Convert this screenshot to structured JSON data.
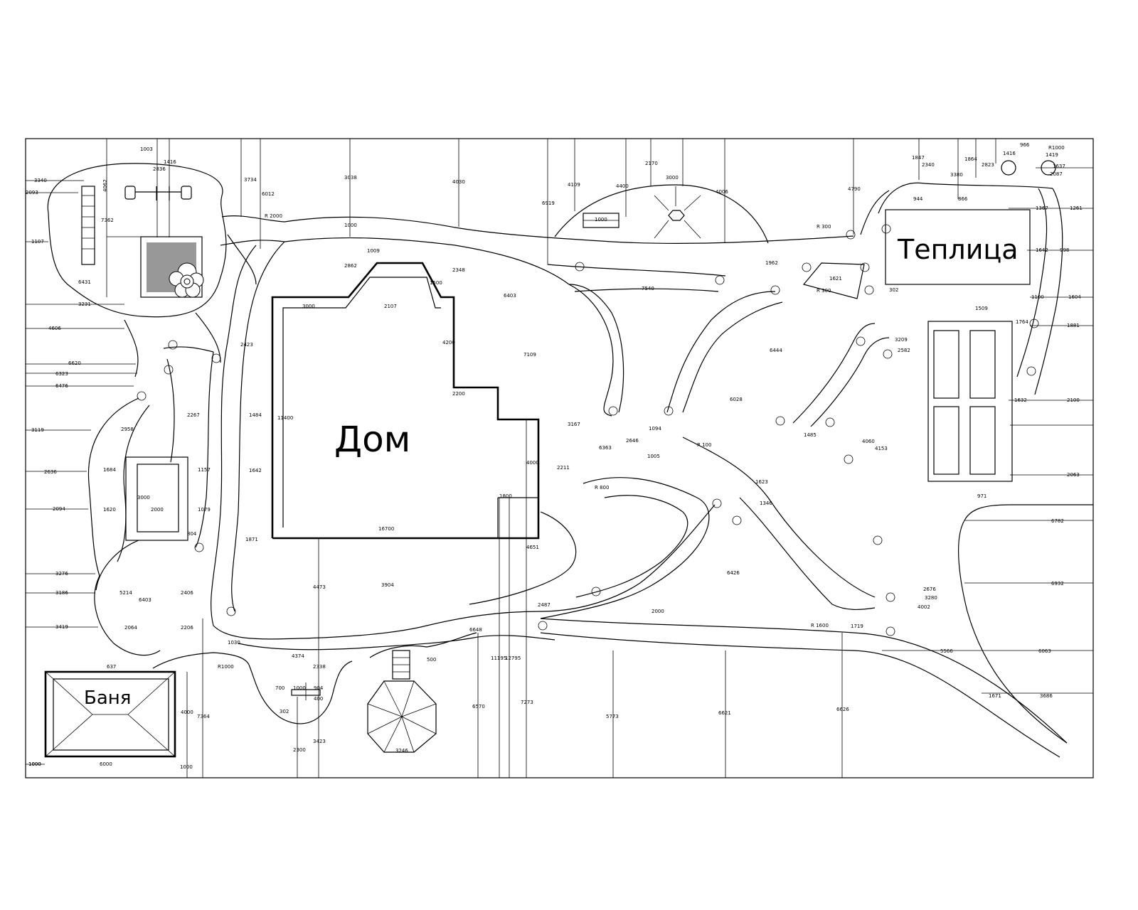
{
  "labels": {
    "house": "Дом",
    "greenhouse": "Теплица",
    "bathhouse": "Баня"
  },
  "dimensions": [
    {
      "id": "d-top-1003",
      "text": "1003"
    },
    {
      "id": "d-top-1416",
      "text": "1416"
    },
    {
      "id": "d-top-2836",
      "text": "2836"
    },
    {
      "id": "d-left-3340",
      "text": "3340"
    },
    {
      "id": "d-left-2093",
      "text": "2093"
    },
    {
      "id": "d-4062",
      "text": "4062"
    },
    {
      "id": "d-7362",
      "text": "7362"
    },
    {
      "id": "d-left-1107",
      "text": "1107"
    },
    {
      "id": "d-6431",
      "text": "6431"
    },
    {
      "id": "d-3231",
      "text": "3231"
    },
    {
      "id": "d-left-4606",
      "text": "4606"
    },
    {
      "id": "d-left-6620",
      "text": "6620"
    },
    {
      "id": "d-left-6323",
      "text": "6323"
    },
    {
      "id": "d-left-6476",
      "text": "6476"
    },
    {
      "id": "d-left-3119",
      "text": "3119"
    },
    {
      "id": "d-left-2636",
      "text": "2636"
    },
    {
      "id": "d-left-2094",
      "text": "2094"
    },
    {
      "id": "d-left-3276",
      "text": "3276"
    },
    {
      "id": "d-left-3186",
      "text": "3186"
    },
    {
      "id": "d-left-3419",
      "text": "3419"
    },
    {
      "id": "d-left-1000",
      "text": "1000"
    },
    {
      "id": "d-3734",
      "text": "3734"
    },
    {
      "id": "d-6012",
      "text": "6012"
    },
    {
      "id": "d-r2000",
      "text": "R 2000"
    },
    {
      "id": "d-3038",
      "text": "3038"
    },
    {
      "id": "d-4030",
      "text": "4030"
    },
    {
      "id": "d-6919",
      "text": "6919"
    },
    {
      "id": "d-4109",
      "text": "4109"
    },
    {
      "id": "d-4400",
      "text": "4400"
    },
    {
      "id": "d-2170",
      "text": "2170"
    },
    {
      "id": "d-3000-top",
      "text": "3000"
    },
    {
      "id": "d-4006",
      "text": "4006"
    },
    {
      "id": "d-4790",
      "text": "4790"
    },
    {
      "id": "d-1847",
      "text": "1847"
    },
    {
      "id": "d-2340",
      "text": "2340"
    },
    {
      "id": "d-1864",
      "text": "1864"
    },
    {
      "id": "d-3380",
      "text": "3380"
    },
    {
      "id": "d-2823",
      "text": "2823"
    },
    {
      "id": "d-1416b",
      "text": "1416"
    },
    {
      "id": "d-966",
      "text": "966"
    },
    {
      "id": "d-r1000-top",
      "text": "R1000"
    },
    {
      "id": "d-1419",
      "text": "1419"
    },
    {
      "id": "d-1637",
      "text": "1637"
    },
    {
      "id": "d-2087",
      "text": "2087"
    },
    {
      "id": "d-1000-gym",
      "text": "1000"
    },
    {
      "id": "d-r300-a",
      "text": "R 300"
    },
    {
      "id": "d-1000-mid",
      "text": "1000"
    },
    {
      "id": "d-1009",
      "text": "1009"
    },
    {
      "id": "d-2862",
      "text": "2862"
    },
    {
      "id": "d-2348",
      "text": "2348"
    },
    {
      "id": "d-1500",
      "text": "1500"
    },
    {
      "id": "d-6403",
      "text": "6403"
    },
    {
      "id": "d-7540",
      "text": "7540"
    },
    {
      "id": "d-1962",
      "text": "1962"
    },
    {
      "id": "d-944",
      "text": "944"
    },
    {
      "id": "d-866",
      "text": "866"
    },
    {
      "id": "d-1367",
      "text": "1367"
    },
    {
      "id": "d-1261",
      "text": "1261"
    },
    {
      "id": "d-1642",
      "text": "1642"
    },
    {
      "id": "d-998",
      "text": "998"
    },
    {
      "id": "d-1100",
      "text": "1100"
    },
    {
      "id": "d-1604",
      "text": "1604"
    },
    {
      "id": "d-1621",
      "text": "1621"
    },
    {
      "id": "d-302",
      "text": "302"
    },
    {
      "id": "d-1509",
      "text": "1509"
    },
    {
      "id": "d-1764",
      "text": "1764"
    },
    {
      "id": "d-1881",
      "text": "1881"
    },
    {
      "id": "d-3000-h",
      "text": "3000"
    },
    {
      "id": "d-2107",
      "text": "2107"
    },
    {
      "id": "d-4200",
      "text": "4200"
    },
    {
      "id": "d-7109",
      "text": "7109"
    },
    {
      "id": "d-2200",
      "text": "2200"
    },
    {
      "id": "d-11400",
      "text": "11400"
    },
    {
      "id": "d-1484",
      "text": "1484"
    },
    {
      "id": "d-1642b",
      "text": "1642"
    },
    {
      "id": "d-2267",
      "text": "2267"
    },
    {
      "id": "d-2423",
      "text": "2423"
    },
    {
      "id": "d-2958",
      "text": "2958"
    },
    {
      "id": "d-1684",
      "text": "1684"
    },
    {
      "id": "d-1157",
      "text": "1157"
    },
    {
      "id": "d-1620",
      "text": "1620"
    },
    {
      "id": "d-2000-w",
      "text": "2000"
    },
    {
      "id": "d-3000-w",
      "text": "3000"
    },
    {
      "id": "d-1079",
      "text": "1079"
    },
    {
      "id": "d-804",
      "text": "804"
    },
    {
      "id": "d-1871",
      "text": "1871"
    },
    {
      "id": "d-16700",
      "text": "16700"
    },
    {
      "id": "d-3167",
      "text": "3167"
    },
    {
      "id": "d-6363",
      "text": "6363"
    },
    {
      "id": "d-2211",
      "text": "2211"
    },
    {
      "id": "d-4000-h",
      "text": "4000"
    },
    {
      "id": "d-1800",
      "text": "1800"
    },
    {
      "id": "d-4651",
      "text": "4651"
    },
    {
      "id": "d-2646",
      "text": "2646"
    },
    {
      "id": "d-1094",
      "text": "1094"
    },
    {
      "id": "d-1005",
      "text": "1005"
    },
    {
      "id": "d-6028",
      "text": "6028"
    },
    {
      "id": "d-6444",
      "text": "6444"
    },
    {
      "id": "d-1485",
      "text": "1485"
    },
    {
      "id": "d-4060",
      "text": "4060"
    },
    {
      "id": "d-4153",
      "text": "4153"
    },
    {
      "id": "d-3209",
      "text": "3209"
    },
    {
      "id": "d-2582",
      "text": "2582"
    },
    {
      "id": "d-1632",
      "text": "1632"
    },
    {
      "id": "d-2100",
      "text": "2100"
    },
    {
      "id": "d-2063",
      "text": "2063"
    },
    {
      "id": "d-971",
      "text": "971"
    },
    {
      "id": "d-6782",
      "text": "6782"
    },
    {
      "id": "d-6932",
      "text": "6932"
    },
    {
      "id": "d-3280",
      "text": "3280"
    },
    {
      "id": "d-2676",
      "text": "2676"
    },
    {
      "id": "d-4002",
      "text": "4002"
    },
    {
      "id": "d-1623",
      "text": "1623"
    },
    {
      "id": "d-1346",
      "text": "1346"
    },
    {
      "id": "d-6426",
      "text": "6426"
    },
    {
      "id": "d-2000-b",
      "text": "2000"
    },
    {
      "id": "d-2487",
      "text": "2487"
    },
    {
      "id": "d-3904",
      "text": "3904"
    },
    {
      "id": "d-4473",
      "text": "4473"
    },
    {
      "id": "d-6403b",
      "text": "6403"
    },
    {
      "id": "d-2406",
      "text": "2406"
    },
    {
      "id": "d-2206",
      "text": "2206"
    },
    {
      "id": "d-2064",
      "text": "2064"
    },
    {
      "id": "d-5214",
      "text": "5214"
    },
    {
      "id": "d-6648",
      "text": "6648"
    },
    {
      "id": "d-1030",
      "text": "1030"
    },
    {
      "id": "d-4374",
      "text": "4374"
    },
    {
      "id": "d-2338",
      "text": "2338"
    },
    {
      "id": "d-11195",
      "text": "11195"
    },
    {
      "id": "d-12795",
      "text": "12795"
    },
    {
      "id": "d-1719",
      "text": "1719"
    },
    {
      "id": "d-5566",
      "text": "5566"
    },
    {
      "id": "d-6063",
      "text": "6063"
    },
    {
      "id": "d-1671",
      "text": "1671"
    },
    {
      "id": "d-3686",
      "text": "3686"
    },
    {
      "id": "d-6570",
      "text": "6570"
    },
    {
      "id": "d-7273",
      "text": "7273"
    },
    {
      "id": "d-5773",
      "text": "5773"
    },
    {
      "id": "d-6621",
      "text": "6621"
    },
    {
      "id": "d-6626",
      "text": "6626"
    },
    {
      "id": "d-3423",
      "text": "3423"
    },
    {
      "id": "d-3246",
      "text": "3246"
    },
    {
      "id": "d-2300",
      "text": "2300"
    },
    {
      "id": "d-7364",
      "text": "7364"
    },
    {
      "id": "d-4000-bath",
      "text": "4000"
    },
    {
      "id": "d-6000",
      "text": "6000"
    },
    {
      "id": "d-1000-bl",
      "text": "1000"
    },
    {
      "id": "d-1000-br",
      "text": "1000"
    },
    {
      "id": "d-637",
      "text": "637"
    },
    {
      "id": "d-700",
      "text": "700"
    },
    {
      "id": "d-1000-pond",
      "text": "1000"
    },
    {
      "id": "d-904",
      "text": "904"
    },
    {
      "id": "d-400",
      "text": "400"
    },
    {
      "id": "d-302b",
      "text": "302"
    },
    {
      "id": "d-500",
      "text": "500"
    },
    {
      "id": "d-r300-b",
      "text": "R 300"
    },
    {
      "id": "d-r1000-b",
      "text": "R1000"
    },
    {
      "id": "d-r800",
      "text": "R 800"
    },
    {
      "id": "d-r100",
      "text": "R 100"
    },
    {
      "id": "d-r1600",
      "text": "R 1600"
    }
  ]
}
